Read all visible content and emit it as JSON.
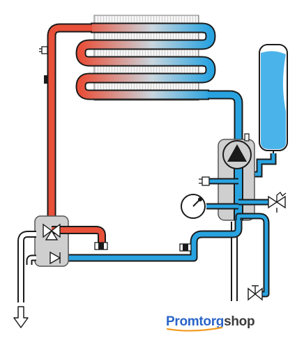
{
  "diagram": {
    "components": [
      {
        "name": "heat-exchanger",
        "icon": "finned-coil-icon"
      },
      {
        "name": "expansion-tank",
        "icon": "tank-icon"
      },
      {
        "name": "circulation-pump",
        "icon": "pump-triangle-icon"
      },
      {
        "name": "pressure-gauge",
        "icon": "gauge-icon"
      },
      {
        "name": "three-way-valve",
        "icon": "valve-icon"
      },
      {
        "name": "safety-valve",
        "icon": "safety-valve-icon"
      },
      {
        "name": "drain-valve",
        "icon": "drain-valve-icon"
      },
      {
        "name": "check-valve",
        "icon": "check-valve-icon"
      },
      {
        "name": "outlet-arrow",
        "icon": "arrow-down-icon"
      }
    ],
    "colors": {
      "hot": "#e8503a",
      "cold": "#29a3e0",
      "pipe_outline": "#1a1a1a",
      "block_fill": "#cfcfcf",
      "tank_fill": "#4ab3ea",
      "brand_blue": "#2a64c8",
      "brand_gray": "#3b3b3b"
    }
  },
  "brand": {
    "part1": "Promtorg",
    "part2": "shop"
  }
}
